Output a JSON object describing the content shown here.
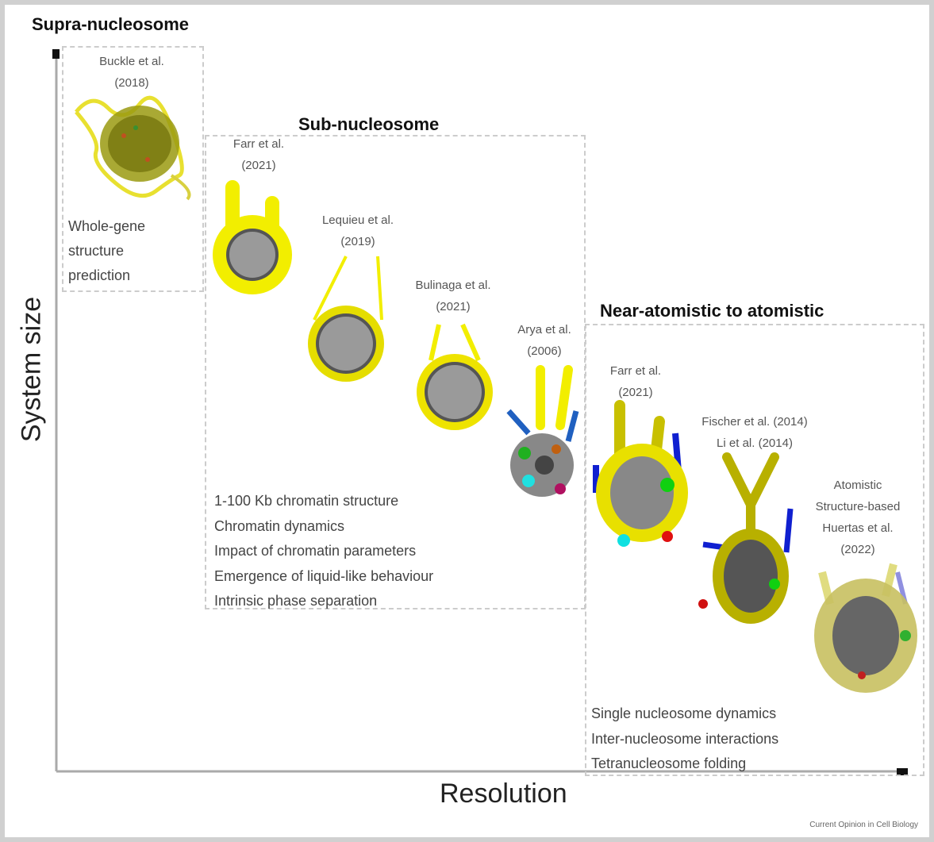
{
  "axes": {
    "x_label": "Resolution",
    "y_label": "System size"
  },
  "sections": {
    "supra": {
      "title": "Supra-nucleosome",
      "citation": [
        "Buckle et al.",
        "(2018)"
      ],
      "description": [
        "Whole-gene",
        "structure",
        "prediction"
      ]
    },
    "sub": {
      "title": "Sub-nucleosome",
      "citations": [
        [
          "Farr et al.",
          "(2021)"
        ],
        [
          "Lequieu et al.",
          "(2019)"
        ],
        [
          "Bulinaga et al.",
          "(2021)"
        ],
        [
          "Arya et al.",
          "(2006)"
        ]
      ],
      "description": [
        "1-100 Kb chromatin structure",
        "Chromatin dynamics",
        "Impact of chromatin parameters",
        "Emergence of liquid-like behaviour",
        "Intrinsic phase separation"
      ]
    },
    "near": {
      "title": "Near-atomistic to atomistic",
      "citations": [
        [
          "Farr et al.",
          "(2021)"
        ],
        [
          "Fischer et al. (2014)",
          "Li et al. (2014)"
        ],
        [
          "Atomistic",
          "Structure-based",
          "Huertas et al.",
          "(2022)"
        ]
      ],
      "description": [
        "Single nucleosome dynamics",
        "Inter-nucleosome interactions",
        "Tetranucleosome folding"
      ]
    }
  },
  "footer": "Current Opinion in Cell Biology"
}
